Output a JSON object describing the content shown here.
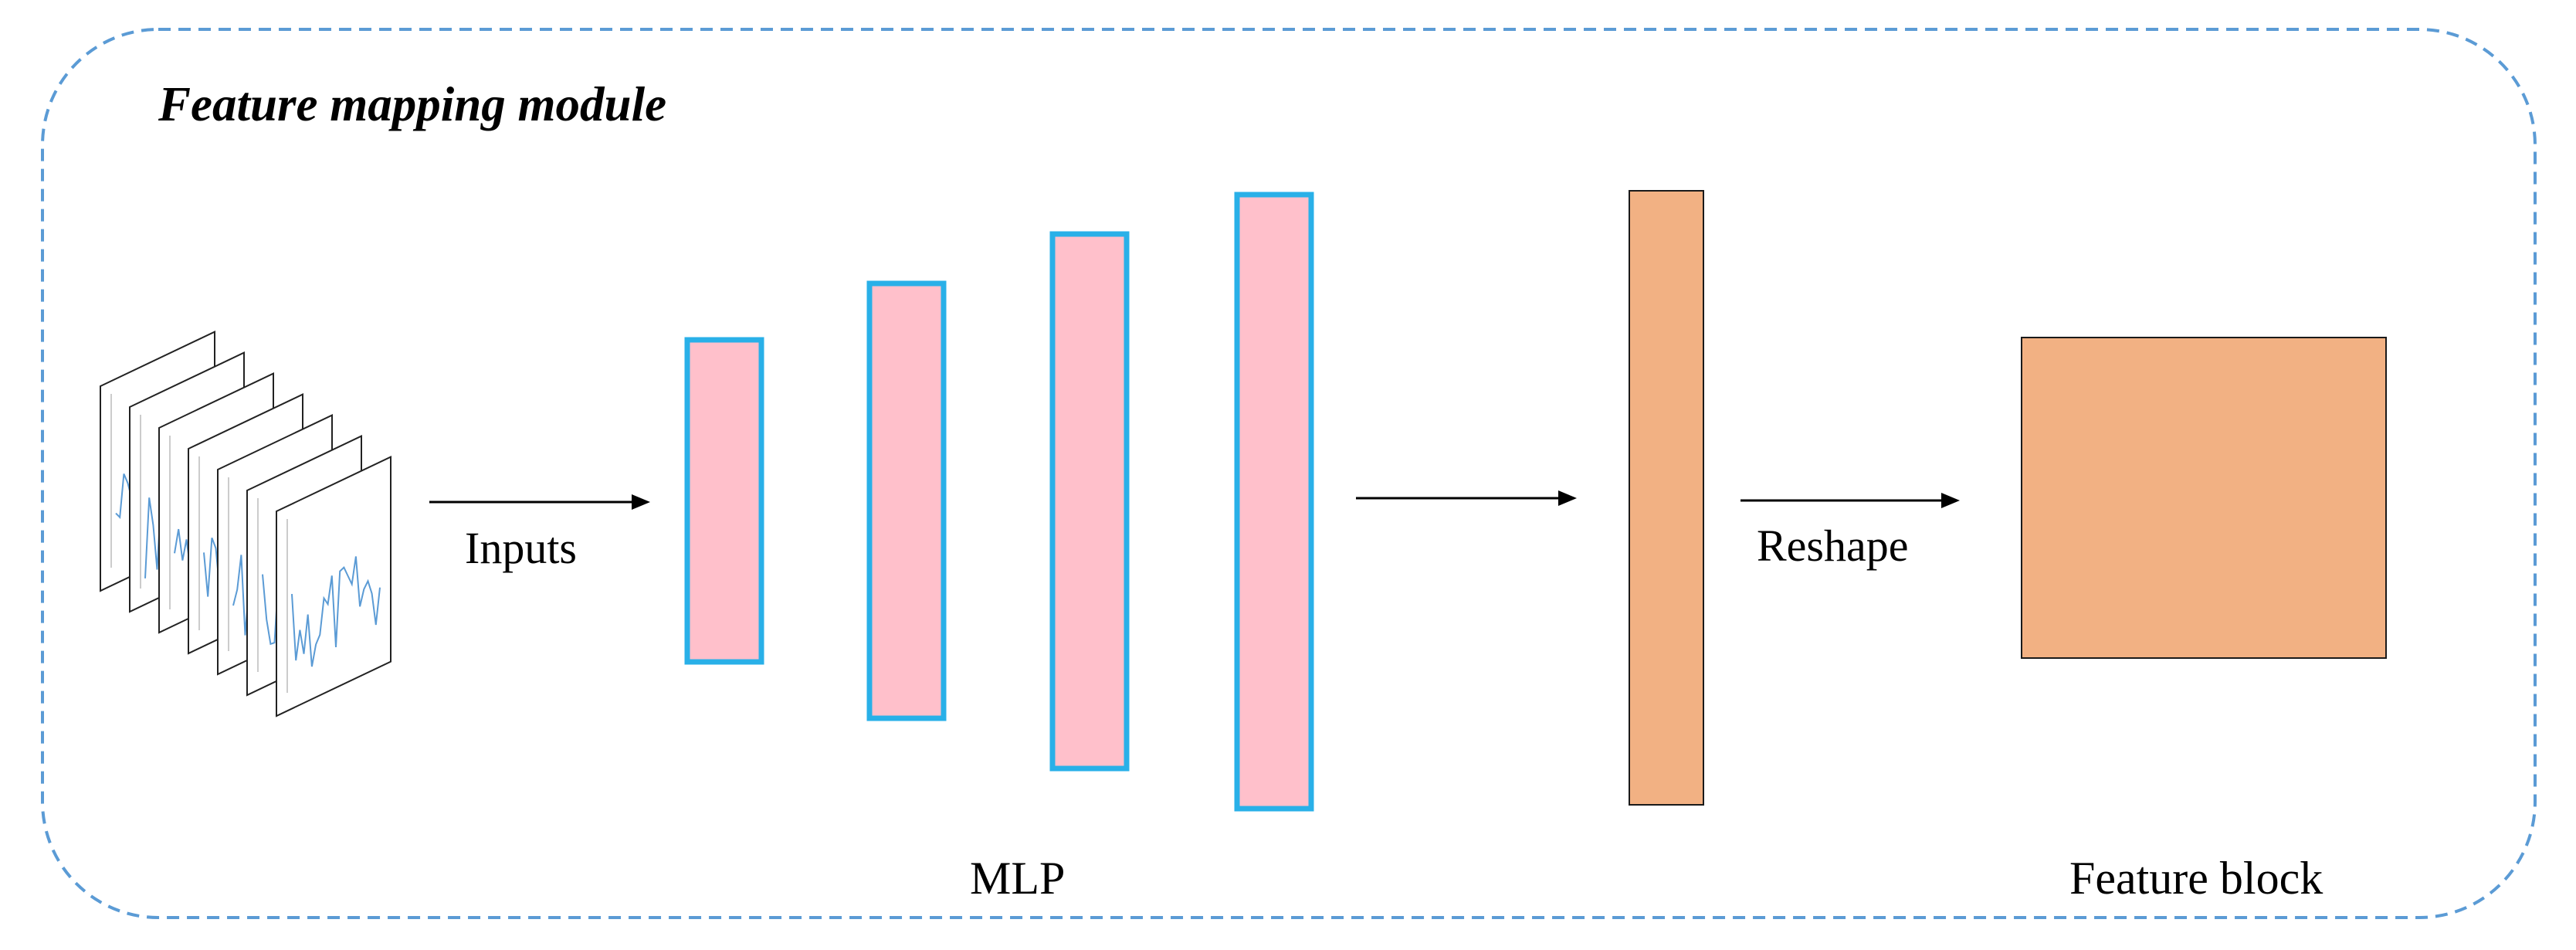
{
  "module": {
    "title": "Feature mapping module"
  },
  "labels": {
    "inputs": "Inputs",
    "mlp": "MLP",
    "reshape": "Reshape",
    "feature_block": "Feature block"
  },
  "colors": {
    "frame_border": "#5b9bd5",
    "mlp_fill": "#ffc0cb",
    "mlp_border": "#29b0e8",
    "feature_fill": "#f2b183",
    "feature_border": "#1a1a1a",
    "plot_line": "#5b9bd5",
    "arrow": "#000000"
  },
  "mlp": {
    "layer_count": 4
  },
  "inputs": {
    "plot_count": 7
  }
}
